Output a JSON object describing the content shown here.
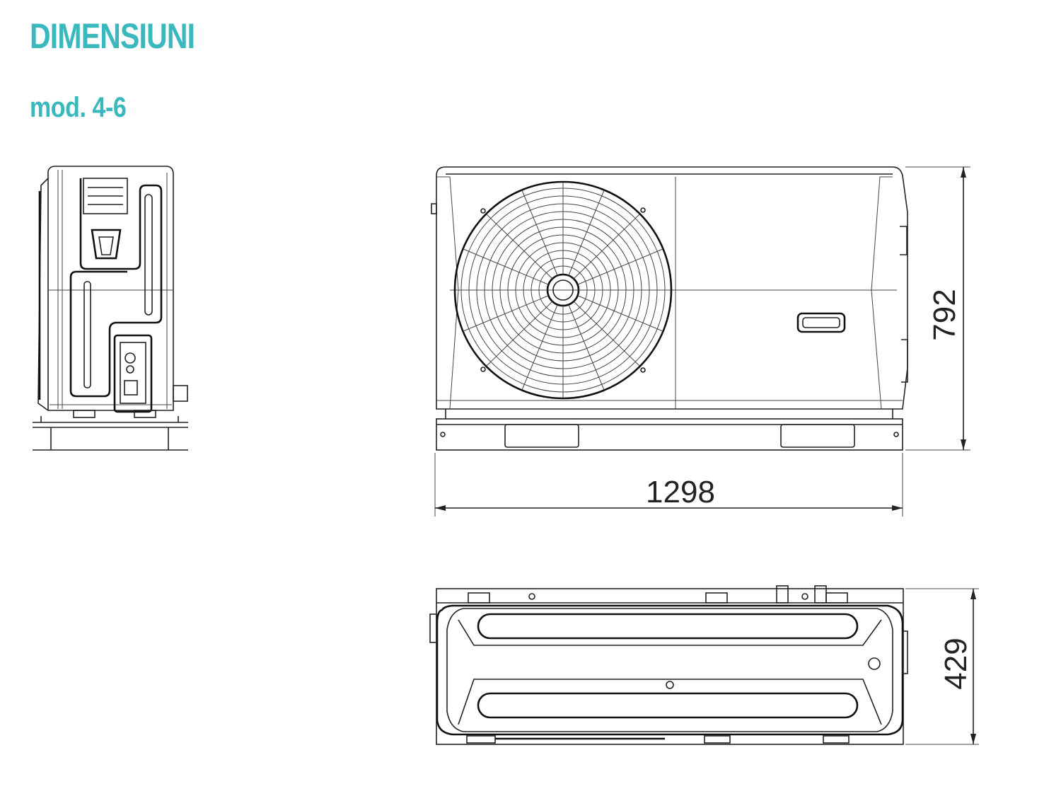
{
  "header": {
    "title": "DIMENSIUNI",
    "model": "mod. 4-6"
  },
  "dimensions": {
    "width": "1298",
    "height": "792",
    "depth": "429"
  },
  "colors": {
    "accent": "#3bb8bd",
    "line": "#222222"
  }
}
